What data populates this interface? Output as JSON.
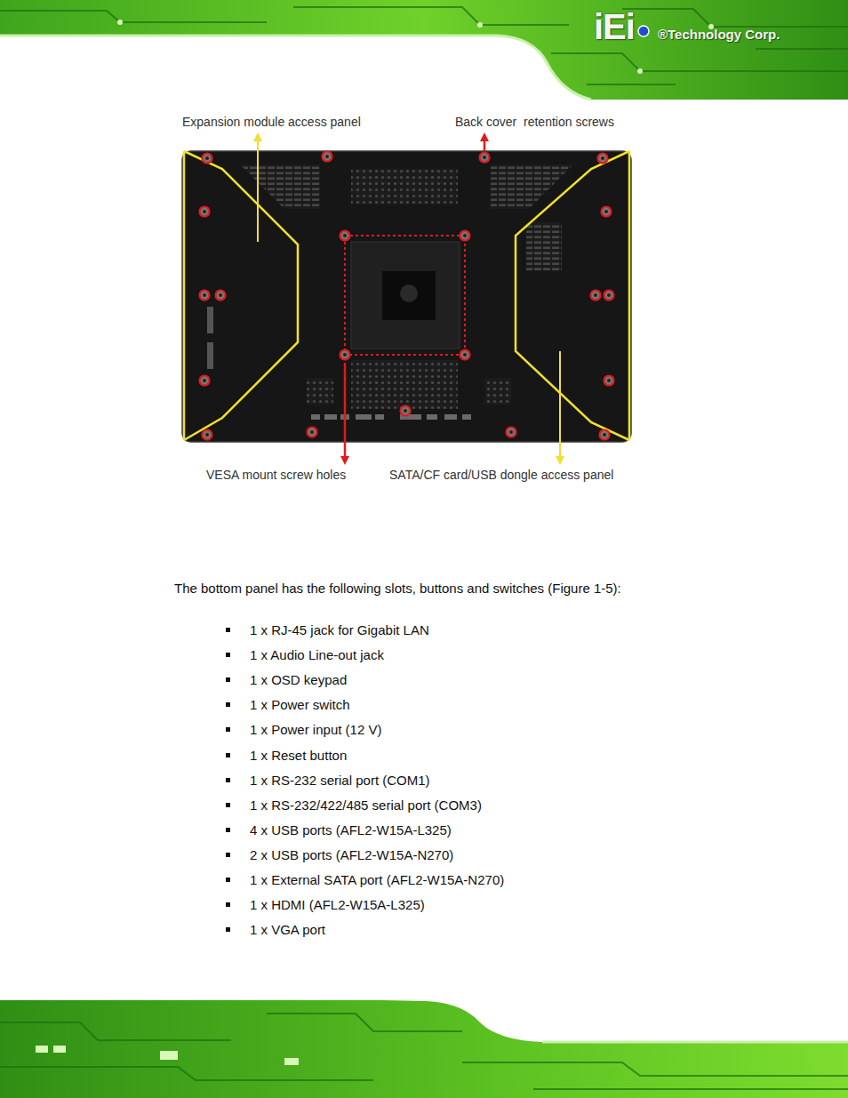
{
  "diagram": {
    "labels": [
      "iEi",
      "®Technology Corp.",
      "Expansion module access panel",
      "Back cover  retention screws",
      "VESA mount screw holes",
      "SATA/CF card/USB dongle access panel",
      "The bottom panel has the following slots, buttons and switches (Figure 1-5):",
      "1 x RJ-45 jack for Gigabit LAN",
      "1 x Audio Line-out jack",
      "1 x OSD keypad",
      "1 x Power switch",
      "1 x Power input (12 V)",
      "1 x Reset button",
      "1 x RS-232 serial port (COM1)",
      "1 x RS-232/422/485 serial port (COM3)",
      "4 x USB ports (AFL2-W15A-L325)",
      "2 x USB ports (AFL2-W15A-N270)",
      "1 x External SATA port (AFL2-W15A-N270)",
      "1 x HDMI (AFL2-W15A-L325)",
      "1 x VGA port"
    ]
  }
}
